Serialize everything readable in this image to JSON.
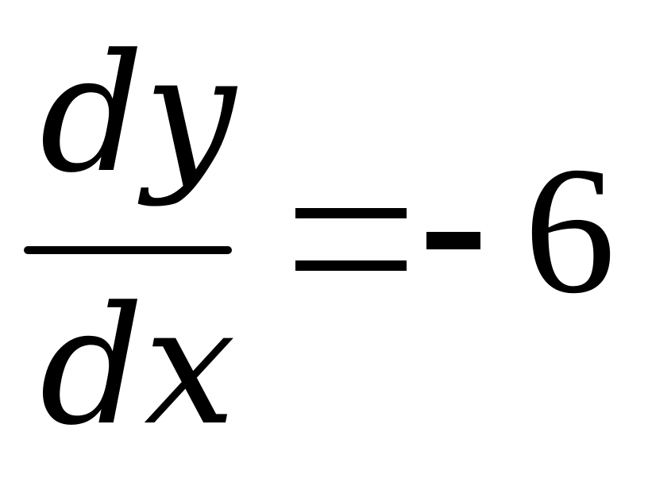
{
  "equation": {
    "numerator": "dy",
    "denominator": "dx",
    "relation": "=",
    "sign": "-",
    "value": "6"
  }
}
